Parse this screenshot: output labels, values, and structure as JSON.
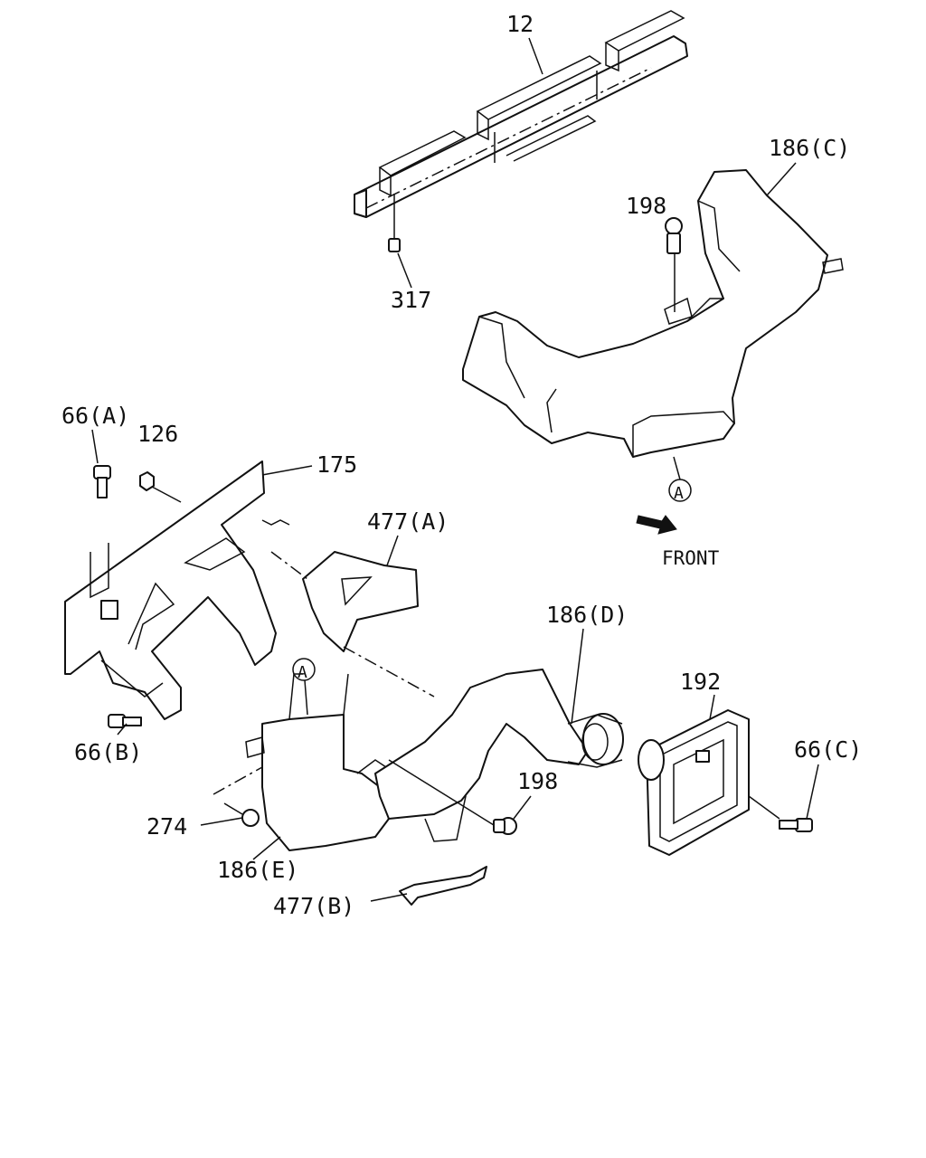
{
  "callouts": [
    {
      "key": "p12",
      "text": "12"
    },
    {
      "key": "p186c",
      "text": "186(C)"
    },
    {
      "key": "p198a",
      "text": "198"
    },
    {
      "key": "p317",
      "text": "317"
    },
    {
      "key": "p66a",
      "text": "66(A)"
    },
    {
      "key": "p126",
      "text": "126"
    },
    {
      "key": "p175",
      "text": "175"
    },
    {
      "key": "p477a",
      "text": "477(A)"
    },
    {
      "key": "p186d",
      "text": "186(D)"
    },
    {
      "key": "p192",
      "text": "192"
    },
    {
      "key": "p66c",
      "text": "66(C)"
    },
    {
      "key": "p66b",
      "text": "66(B)"
    },
    {
      "key": "p198b",
      "text": "198"
    },
    {
      "key": "p274",
      "text": "274"
    },
    {
      "key": "p186e",
      "text": "186(E)"
    },
    {
      "key": "p477b",
      "text": "477(B)"
    }
  ],
  "connector_marker": "A",
  "front_label": "FRONT",
  "icons": {
    "front_arrow": "front-direction-arrow-icon",
    "connector_circle": "connector-a-circle-icon"
  }
}
